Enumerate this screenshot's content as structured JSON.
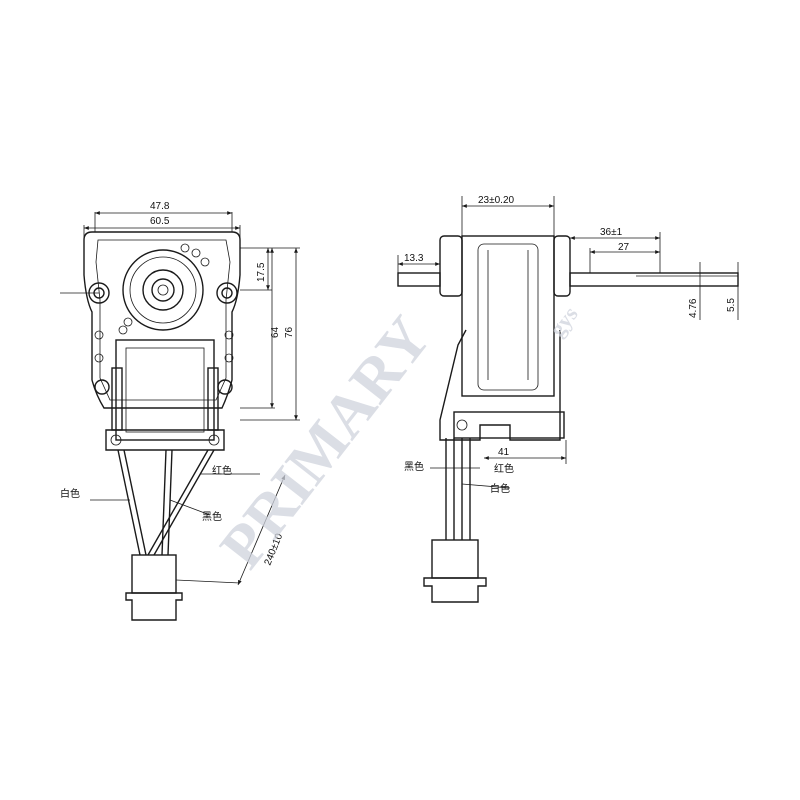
{
  "dimensions": {
    "width_inner": "47.8",
    "width_outer": "60.5",
    "height_top": "17.5",
    "height_mid": "64",
    "height_total": "76",
    "lead_length": "240±10",
    "core_thickness": "23±0.20",
    "shaft_left": "13.3",
    "shaft_right_total": "36±1",
    "shaft_right_flat": "27",
    "shaft_flat": "4.76",
    "shaft_dia": "5.5",
    "bracket_depth": "41"
  },
  "wires": {
    "white": "白色",
    "red": "红色",
    "black": "黑色"
  },
  "watermark": {
    "main": "PRIMARY",
    "sub": "gys"
  },
  "colors": {
    "line": "#1a1a1a",
    "watermark": "#cfd3dd"
  }
}
